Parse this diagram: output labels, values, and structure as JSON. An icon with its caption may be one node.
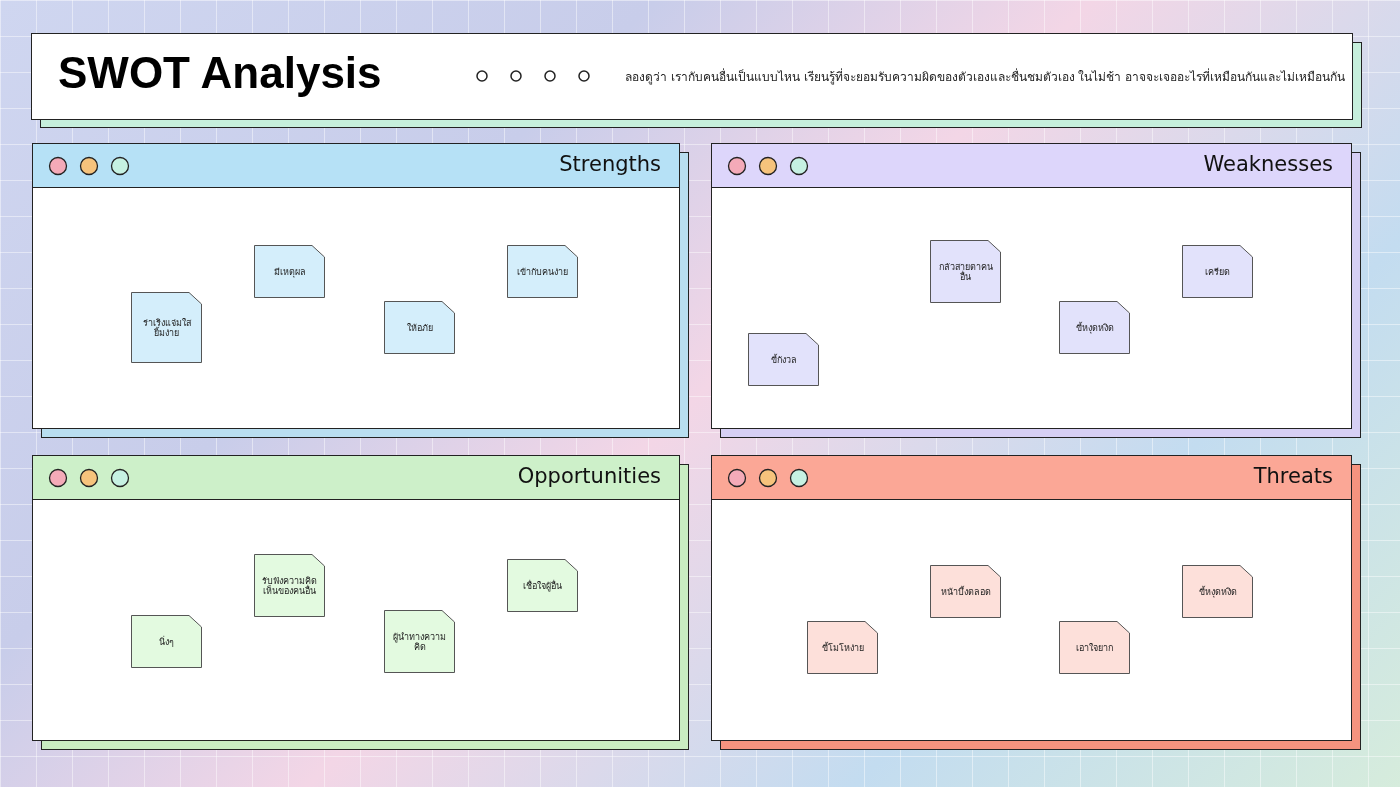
{
  "diagram": {
    "title": "SWOT Analysis",
    "nodes": [
      {
        "text": [
          "Strengths"
        ]
      },
      {
        "text": [
          "ร่าเริงแจ่มใสยิ้มง่าย"
        ],
        "in": 0
      },
      {
        "text": [
          "มีเหตุผล"
        ],
        "in": 0
      },
      {
        "text": [
          "ให้อภัย"
        ],
        "in": 0
      },
      {
        "text": [
          "เข้ากับคนง่าย"
        ],
        "in": 0
      },
      {
        "text": [
          "Weaknesses"
        ]
      },
      {
        "text": [
          "ขี้กังวล"
        ],
        "in": 5
      },
      {
        "text": [
          "กลัวสายตาคนอื่น"
        ],
        "in": 5
      },
      {
        "text": [
          "ขี้หงุดหงิด"
        ],
        "in": 5
      },
      {
        "text": [
          "เครียด"
        ],
        "in": 5
      },
      {
        "text": [
          "Opportunities"
        ]
      },
      {
        "text": [
          "นิ่งๆ"
        ],
        "in": 10
      },
      {
        "text": [
          "รับฟังความคิดเห็นของคนอื่น"
        ],
        "in": 10
      },
      {
        "text": [
          "ผู้นำทางความคิด"
        ],
        "in": 10
      },
      {
        "text": [
          "เชื่อใจผู้อื่น"
        ],
        "in": 10
      },
      {
        "text": [
          "Threats"
        ]
      },
      {
        "text": [
          "ขี้โมโหง่าย"
        ],
        "in": 15
      },
      {
        "text": [
          "หน้าบึ้งตลอด"
        ],
        "in": 15
      },
      {
        "text": [
          "เอาใจยาก"
        ],
        "in": 15
      },
      {
        "text": [
          "ขี้หงุดหงิด"
        ],
        "in": 15
      }
    ],
    "edges": [],
    "labels": [
      "ลองดูว่า เรากับคนอื่นเป็นแบบไหน เรียนรู้ที่จะยอมรับความผิดของตัวเองและชื่นชมตัวเอง ในไม่ช้า อาจจะเจออะไรที่เหมือนกันและไม่เหมือนกัน"
    ]
  }
}
